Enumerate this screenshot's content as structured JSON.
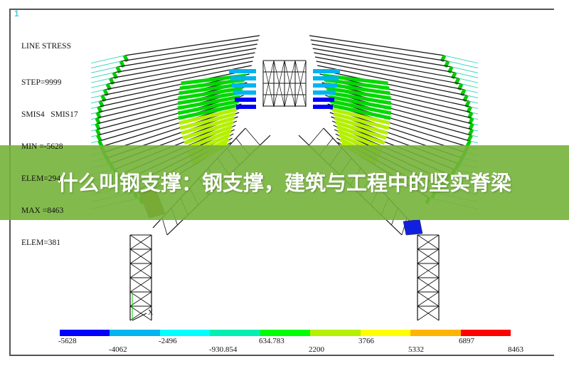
{
  "window_number": "1",
  "plot_info": {
    "title": "LINE STRESS",
    "lines": [
      "STEP=9999",
      "SMIS4   SMIS17",
      "MIN =-5628",
      "ELEM=294",
      "MAX =8463",
      "ELEM=381"
    ]
  },
  "triad_axis_label": "X",
  "legend": {
    "colors": [
      "#0000ff",
      "#00b4f0",
      "#00ffff",
      "#00f0b4",
      "#00ff00",
      "#b4f000",
      "#ffff00",
      "#ffb400",
      "#ff0000"
    ],
    "top_labels": [
      "-5628",
      "-2496",
      "634.783",
      "3766",
      "6897"
    ],
    "bottom_labels": [
      "-4062",
      "-930.854",
      "2200",
      "5332",
      "8463"
    ]
  },
  "banner": {
    "title": "什么叫钢支撑：钢支撑，建筑与工程中的坚实脊梁"
  }
}
